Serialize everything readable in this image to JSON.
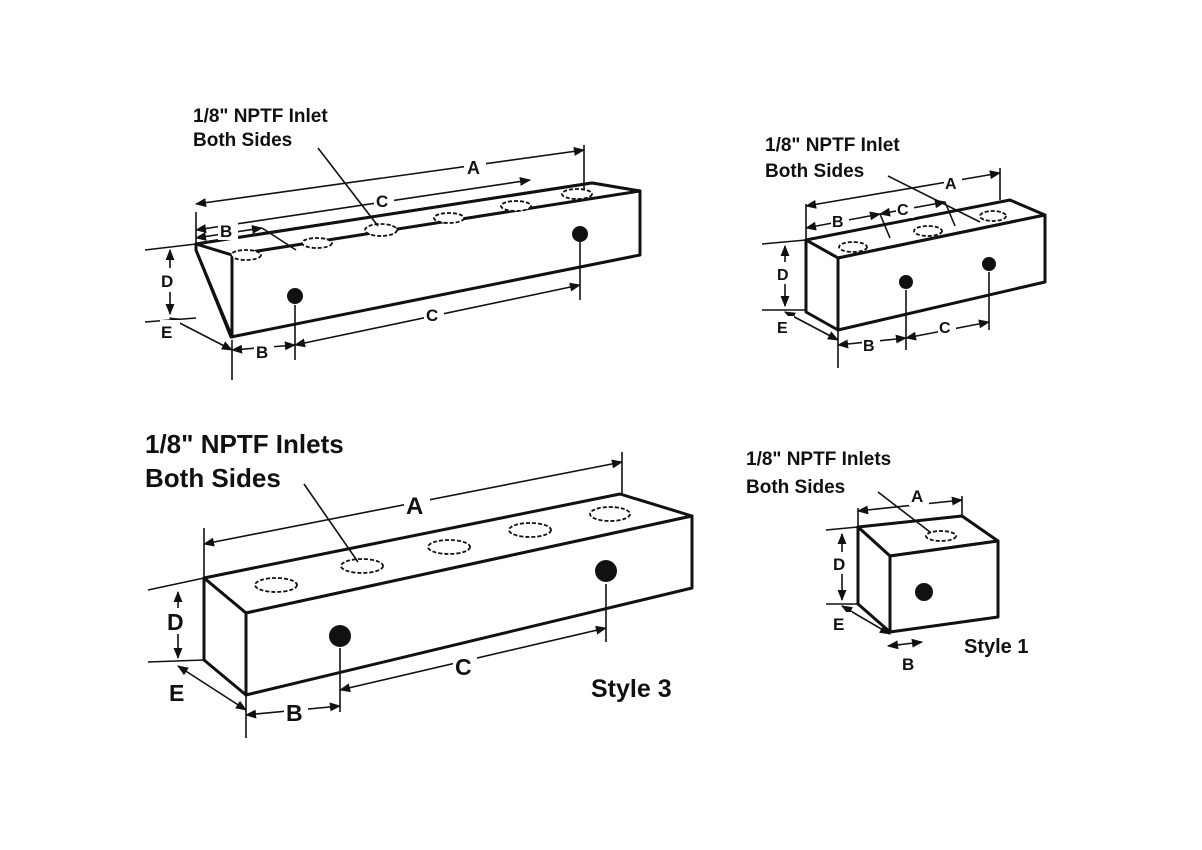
{
  "top_left": {
    "callout": [
      "1/8\" NPTF Inlet",
      "Both Sides"
    ],
    "dims": {
      "A": "A",
      "B": "B",
      "C": "C",
      "D": "D",
      "E": "E"
    }
  },
  "top_right": {
    "callout": [
      "1/8\" NPTF Inlet",
      "Both Sides"
    ],
    "dims": {
      "A": "A",
      "B": "B",
      "C": "C",
      "D": "D",
      "E": "E"
    }
  },
  "bottom_left": {
    "callout": [
      "1/8\" NPTF Inlets",
      "Both Sides"
    ],
    "dims": {
      "A": "A",
      "B": "B",
      "C": "C",
      "D": "D",
      "E": "E"
    },
    "style_label": "Style 3"
  },
  "bottom_right": {
    "callout": [
      "1/8\" NPTF Inlets",
      "Both Sides"
    ],
    "dims": {
      "A": "A",
      "B": "B",
      "D": "D",
      "E": "E"
    },
    "style_label": "Style 1"
  }
}
